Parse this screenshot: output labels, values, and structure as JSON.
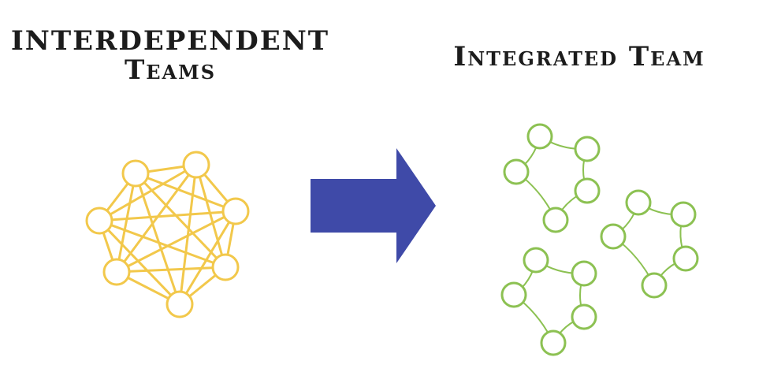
{
  "left_title": {
    "line1": "INTERDEPENDENT",
    "line2": "Teams"
  },
  "right_title": "Integrated Team",
  "colors": {
    "interdependent": "#f2c84b",
    "integrated": "#8cc152",
    "arrow": "#3f4aa8",
    "text": "#1c1c1c"
  },
  "diagram": {
    "interdependent_nodes": 7,
    "integrated_groups": 3,
    "nodes_per_group": 5
  }
}
